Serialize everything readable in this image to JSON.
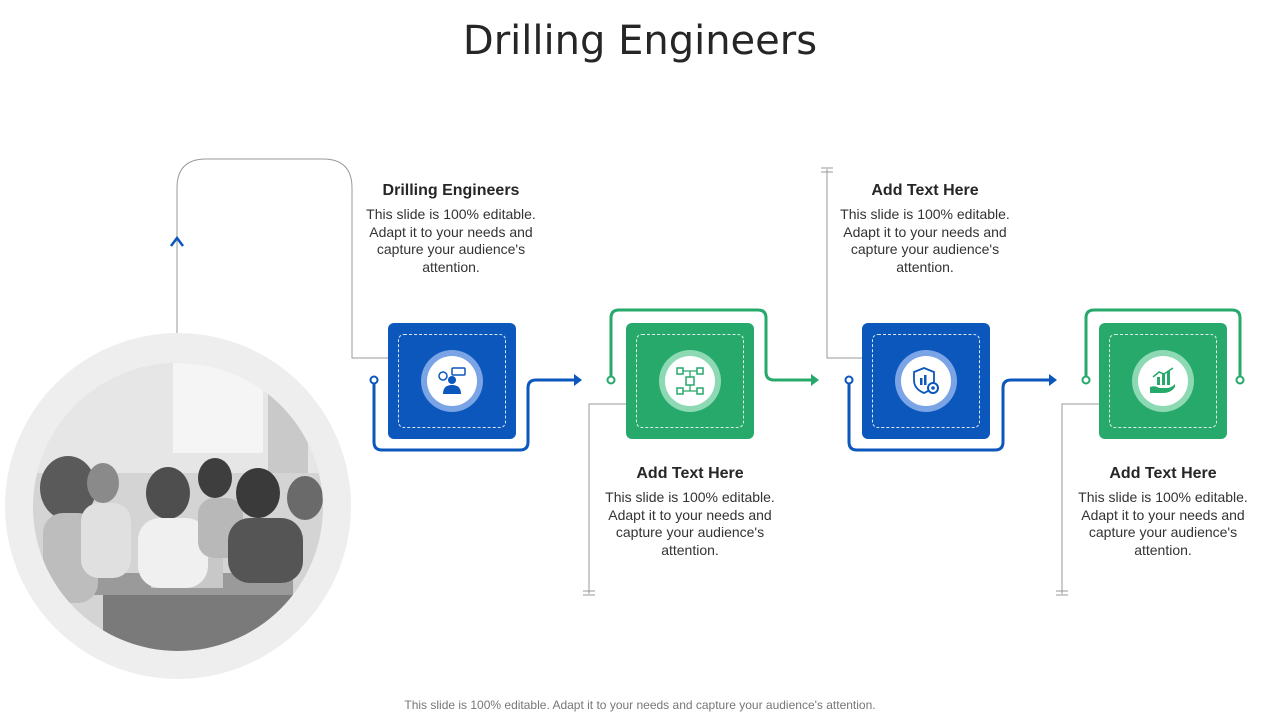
{
  "title": "Drilling Engineers",
  "colors": {
    "blue": "#0b57bc",
    "green": "#27a96b"
  },
  "steps": [
    {
      "heading": "Drilling Engineers",
      "body": "This slide is 100% editable. Adapt it to your needs and capture your audience's attention.",
      "icon": "financial-advisor-icon",
      "color": "blue"
    },
    {
      "heading": "Add Text Here",
      "body": "This slide is 100% editable. Adapt it to your needs and capture your audience's attention.",
      "icon": "network-diagram-icon",
      "color": "green"
    },
    {
      "heading": "Add Text Here",
      "body": "This slide is 100% editable. Adapt it to your needs and capture your audience's attention.",
      "icon": "security-shield-gear-icon",
      "color": "blue"
    },
    {
      "heading": "Add Text Here",
      "body": "This slide is 100% editable. Adapt it to your needs and capture your audience's attention.",
      "icon": "growth-chart-hand-icon",
      "color": "green"
    }
  ],
  "footer": "This slide is 100% editable. Adapt it to your needs and capture your audience's attention."
}
